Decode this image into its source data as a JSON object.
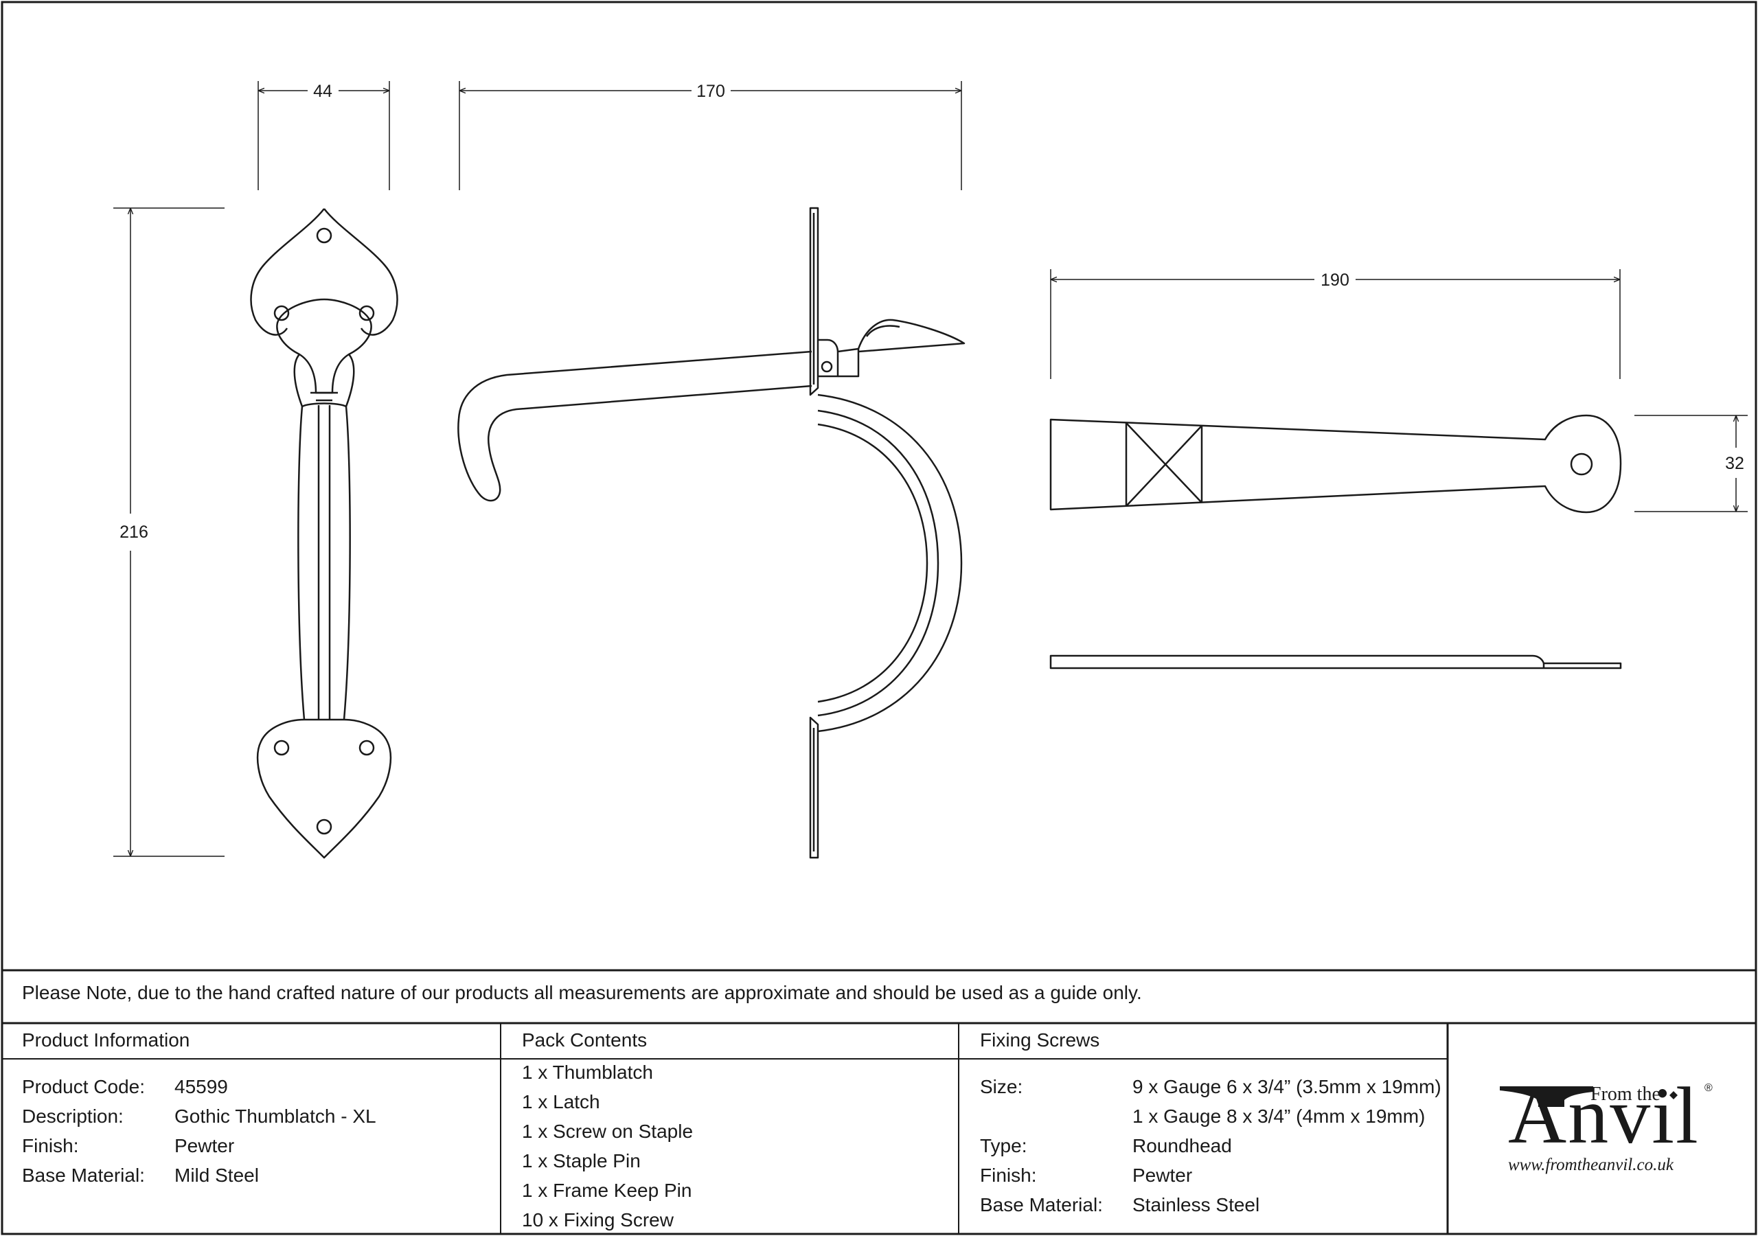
{
  "dimensions": {
    "top_width": "44",
    "latch_length": "170",
    "keep_length": "190",
    "height": "216",
    "keep_width": "32"
  },
  "note": "Please Note, due to the hand crafted nature of our products all measurements are approximate and should be used as a guide only.",
  "product_info": {
    "title": "Product Information",
    "rows": [
      {
        "label": "Product Code:",
        "value": "45599"
      },
      {
        "label": "Description:",
        "value": "Gothic Thumblatch - XL"
      },
      {
        "label": "Finish:",
        "value": "Pewter"
      },
      {
        "label": "Base Material:",
        "value": "Mild Steel"
      }
    ]
  },
  "pack_contents": {
    "title": "Pack Contents",
    "items": [
      "1 x Thumblatch",
      "1 x Latch",
      "1 x Screw on Staple",
      "1 x Staple Pin",
      "1 x Frame Keep Pin",
      "10 x Fixing Screw"
    ]
  },
  "fixing_screws": {
    "title": "Fixing Screws",
    "size_label": "Size:",
    "size_values": [
      "9 x Gauge 6 x 3/4” (3.5mm x 19mm)",
      "1 x Gauge 8 x 3/4” (4mm x 19mm)"
    ],
    "type_label": "Type:",
    "type_value": "Roundhead",
    "finish_label": "Finish:",
    "finish_value": "Pewter",
    "material_label": "Base Material:",
    "material_value": "Stainless Steel"
  },
  "logo": {
    "from_the": "From the",
    "anvil": "Anvil",
    "url": "www.fromtheanvil.co.uk",
    "registered": "®"
  }
}
